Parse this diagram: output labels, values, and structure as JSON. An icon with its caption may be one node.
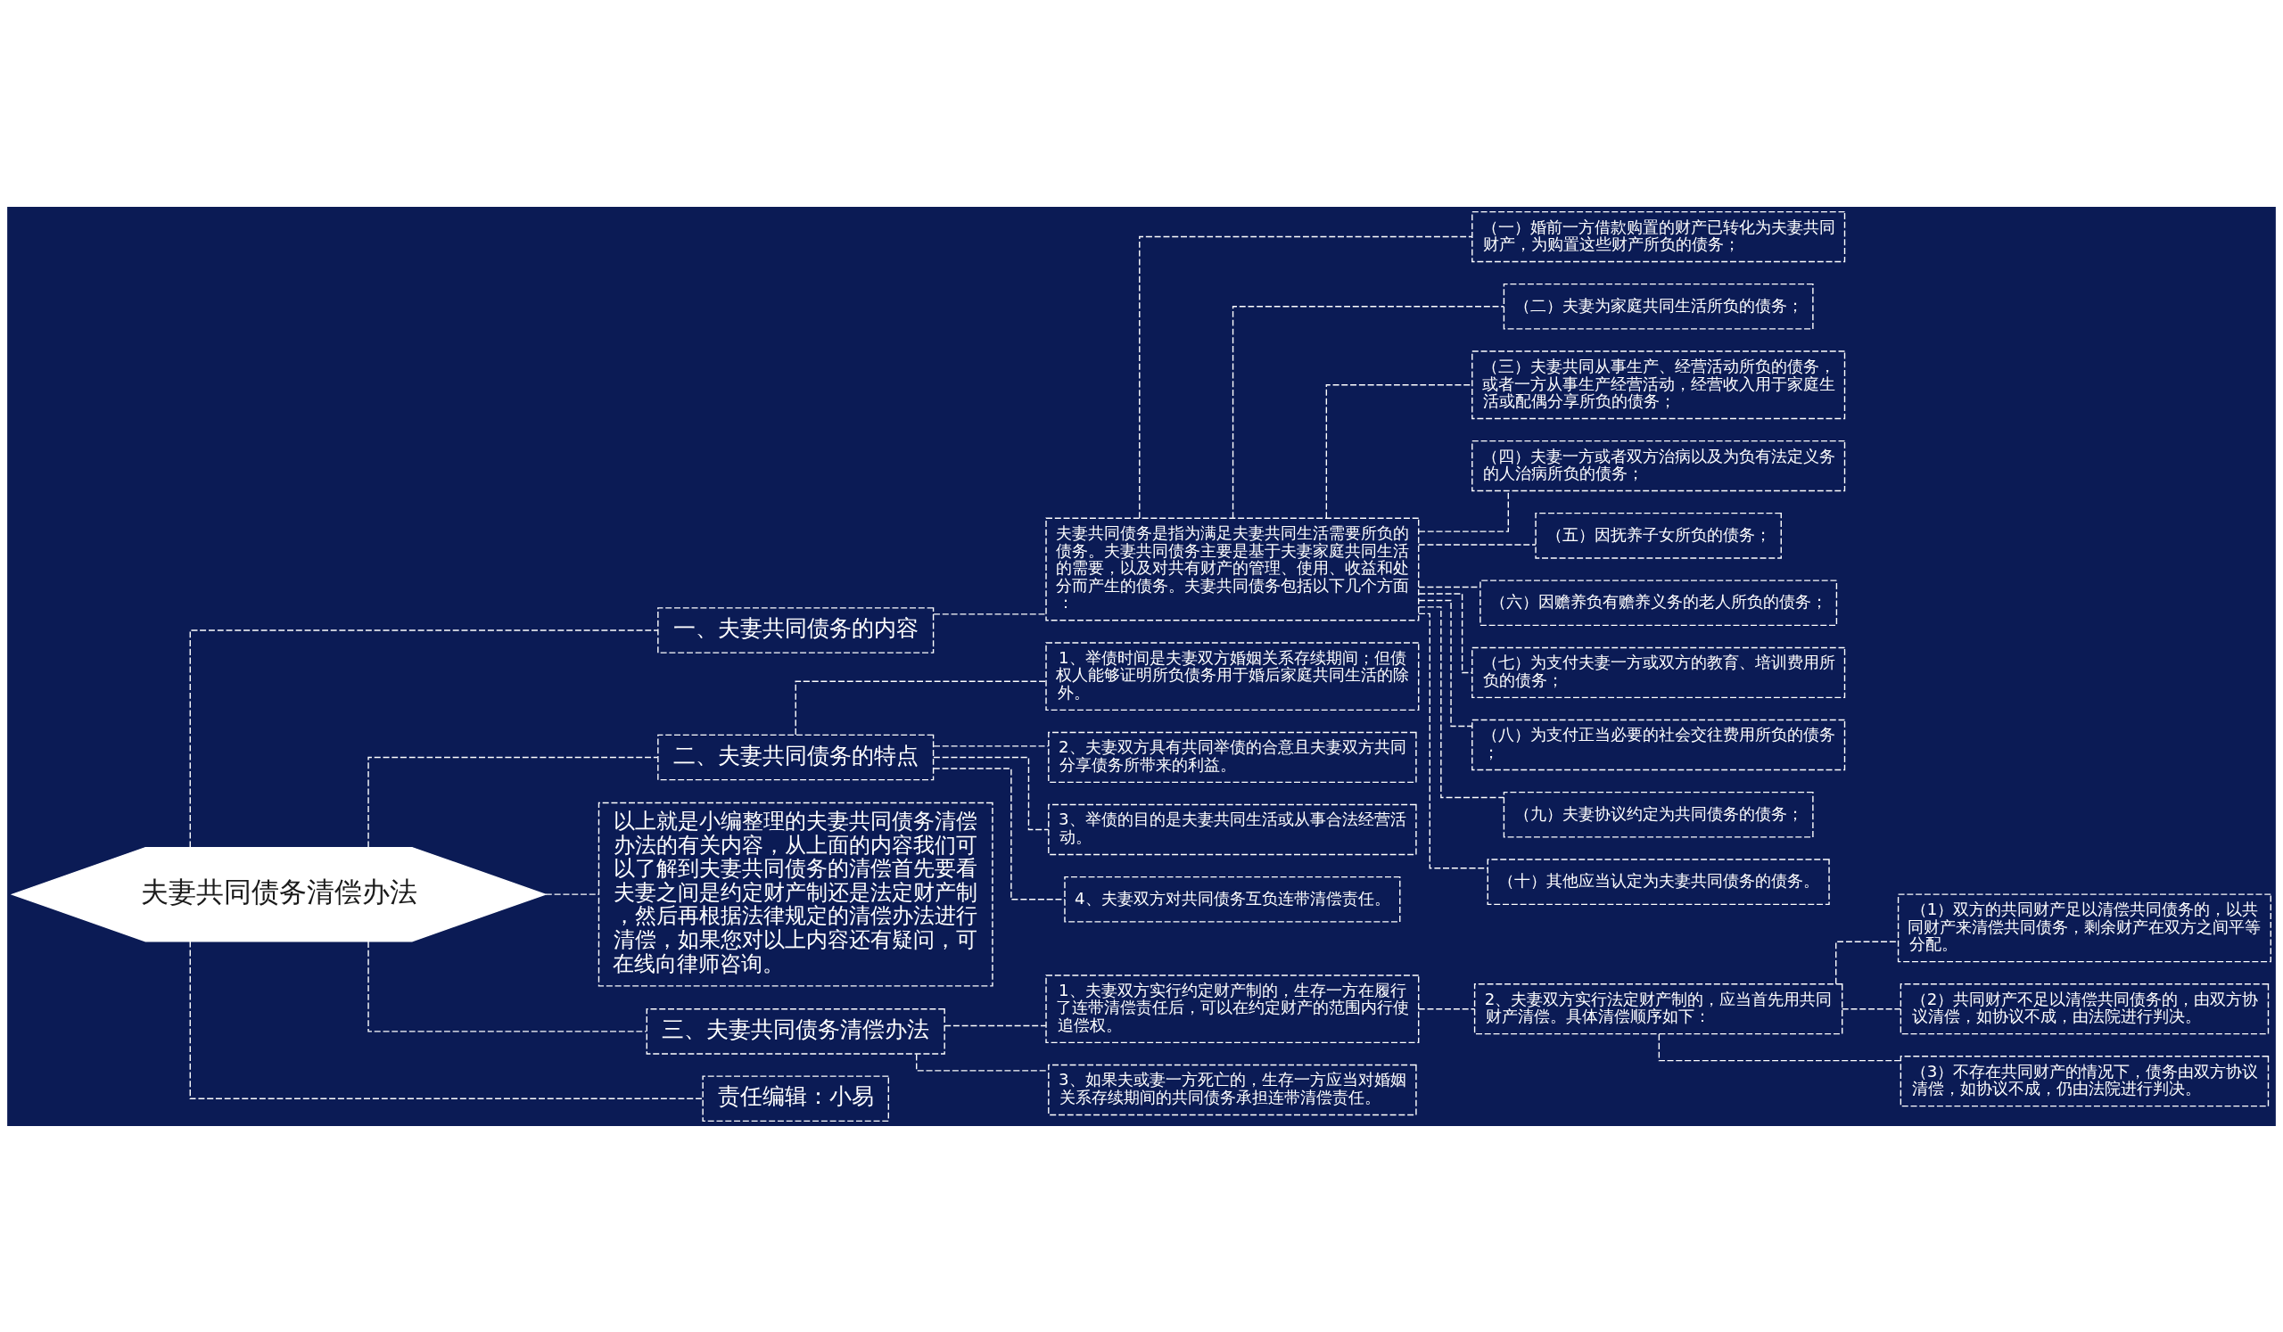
{
  "diagram": {
    "nodes": [
      {
        "text": [
          "夫妻共同债务清偿办法"
        ]
      },
      {
        "text": [
          "一、夫妻共同债务的内容"
        ]
      },
      {
        "text": [
          "夫妻共同债务是指为满足夫妻共同生活需要所负的债务。夫妻共同债务主要是基于夫妻家庭共同生活的需要，以及对共有财产的管理、使用、收益和处分而产生的债务。夫妻共同债务包括以下几个方面："
        ]
      },
      {
        "text": [
          "（一）婚前一方借款购置的财产已转化为夫妻共同财产，为购置这些财产所负的债务；"
        ]
      },
      {
        "text": [
          "（二）夫妻为家庭共同生活所负的债务；"
        ]
      },
      {
        "text": [
          "（三）夫妻共同从事生产、经营活动所负的债务，或者一方从事生产经营活动，经营收入用于家庭生活或配偶分享所负的债务；"
        ]
      },
      {
        "text": [
          "（四）夫妻一方或者双方治病以及为负有法定义务的人治病所负的债务；"
        ]
      },
      {
        "text": [
          "（五）因抚养子女所负的债务；"
        ]
      },
      {
        "text": [
          "（六）因赡养负有赡养义务的老人所负的债务；"
        ]
      },
      {
        "text": [
          "（七）为支付夫妻一方或双方的教育、培训费用所负的债务；"
        ]
      },
      {
        "text": [
          "（八）为支付正当必要的社会交往费用所负的债务；"
        ]
      },
      {
        "text": [
          "（九）夫妻协议约定为共同债务的债务；"
        ]
      },
      {
        "text": [
          "（十）其他应当认定为夫妻共同债务的债务。"
        ]
      },
      {
        "text": [
          "二、夫妻共同债务的特点"
        ]
      },
      {
        "text": [
          "1、举债时间是夫妻双方婚姻关系存续期间；但债权人能够证明所负债务用于婚后家庭共同生活的除外。"
        ]
      },
      {
        "text": [
          "2、夫妻双方具有共同举债的合意且夫妻双方共同分享债务所带来的利益。"
        ]
      },
      {
        "text": [
          "3、举债的目的是夫妻共同生活或从事合法经营活动。"
        ]
      },
      {
        "text": [
          "4、夫妻双方对共同债务互负连带清偿责任。"
        ]
      },
      {
        "text": [
          "以上就是小编整理的夫妻共同债务清偿办法的有关内容，从上面的内容我们可以了解到夫妻共同债务的清偿首先要看夫妻之间是约定财产制还是法定财产制，然后再根据法律规定的清偿办法进行清偿，如果您对以上内容还有疑问，可在线向律师咨询。"
        ]
      },
      {
        "text": [
          "三、夫妻共同债务清偿办法"
        ]
      },
      {
        "text": [
          "1、夫妻双方实行约定财产制的，生存一方在履行了连带清偿责任后，可以在约定财产的范围内行使追偿权。"
        ]
      },
      {
        "text": [
          "2、夫妻双方实行法定财产制的，应当首先用共同财产清偿。具体清偿顺序如下："
        ]
      },
      {
        "text": [
          "（1）双方的共同财产足以清偿共同债务的，以共同财产来清偿共同债务，剩余财产在双方之间平等分配。"
        ]
      },
      {
        "text": [
          "（2）共同财产不足以清偿共同债务的，由双方协议清偿，如协议不成，由法院进行判决。"
        ]
      },
      {
        "text": [
          "（3）不存在共同财产的情况下，债务由双方协议清偿，如协议不成，仍由法院进行判决。"
        ]
      },
      {
        "text": [
          "3、如果夫或妻一方死亡的，生存一方应当对婚姻关系存续期间的共同债务承担连带清偿责任。"
        ]
      },
      {
        "text": [
          "责任编辑：小易"
        ]
      }
    ],
    "edges": [
      {
        "from": 0,
        "to": 1,
        "arrow": "none",
        "style": "dashed"
      },
      {
        "from": 1,
        "to": 2,
        "arrow": "none",
        "style": "dashed"
      },
      {
        "from": 2,
        "to": 3,
        "arrow": "none",
        "style": "dashed"
      },
      {
        "from": 2,
        "to": 4,
        "arrow": "none",
        "style": "dashed"
      },
      {
        "from": 2,
        "to": 5,
        "arrow": "none",
        "style": "dashed"
      },
      {
        "from": 2,
        "to": 6,
        "arrow": "none",
        "style": "dashed"
      },
      {
        "from": 2,
        "to": 7,
        "arrow": "none",
        "style": "dashed"
      },
      {
        "from": 2,
        "to": 8,
        "arrow": "none",
        "style": "dashed"
      },
      {
        "from": 2,
        "to": 9,
        "arrow": "none",
        "style": "dashed"
      },
      {
        "from": 2,
        "to": 10,
        "arrow": "none",
        "style": "dashed"
      },
      {
        "from": 2,
        "to": 11,
        "arrow": "none",
        "style": "dashed"
      },
      {
        "from": 2,
        "to": 12,
        "arrow": "none",
        "style": "dashed"
      },
      {
        "from": 0,
        "to": 13,
        "arrow": "none",
        "style": "dashed"
      },
      {
        "from": 13,
        "to": 14,
        "arrow": "none",
        "style": "dashed"
      },
      {
        "from": 13,
        "to": 15,
        "arrow": "none",
        "style": "dashed"
      },
      {
        "from": 13,
        "to": 16,
        "arrow": "none",
        "style": "dashed"
      },
      {
        "from": 13,
        "to": 17,
        "arrow": "none",
        "style": "dashed"
      },
      {
        "from": 0,
        "to": 18,
        "arrow": "none",
        "style": "dashed"
      },
      {
        "from": 0,
        "to": 19,
        "arrow": "none",
        "style": "dashed"
      },
      {
        "from": 19,
        "to": 20,
        "arrow": "none",
        "style": "dashed"
      },
      {
        "from": 20,
        "to": 21,
        "arrow": "none",
        "style": "dashed"
      },
      {
        "from": 21,
        "to": 22,
        "arrow": "none",
        "style": "dashed"
      },
      {
        "from": 21,
        "to": 23,
        "arrow": "none",
        "style": "dashed"
      },
      {
        "from": 21,
        "to": 24,
        "arrow": "none",
        "style": "dashed"
      },
      {
        "from": 19,
        "to": 25,
        "arrow": "none",
        "style": "dashed"
      },
      {
        "from": 0,
        "to": 26,
        "arrow": "none",
        "style": "dashed"
      }
    ]
  }
}
